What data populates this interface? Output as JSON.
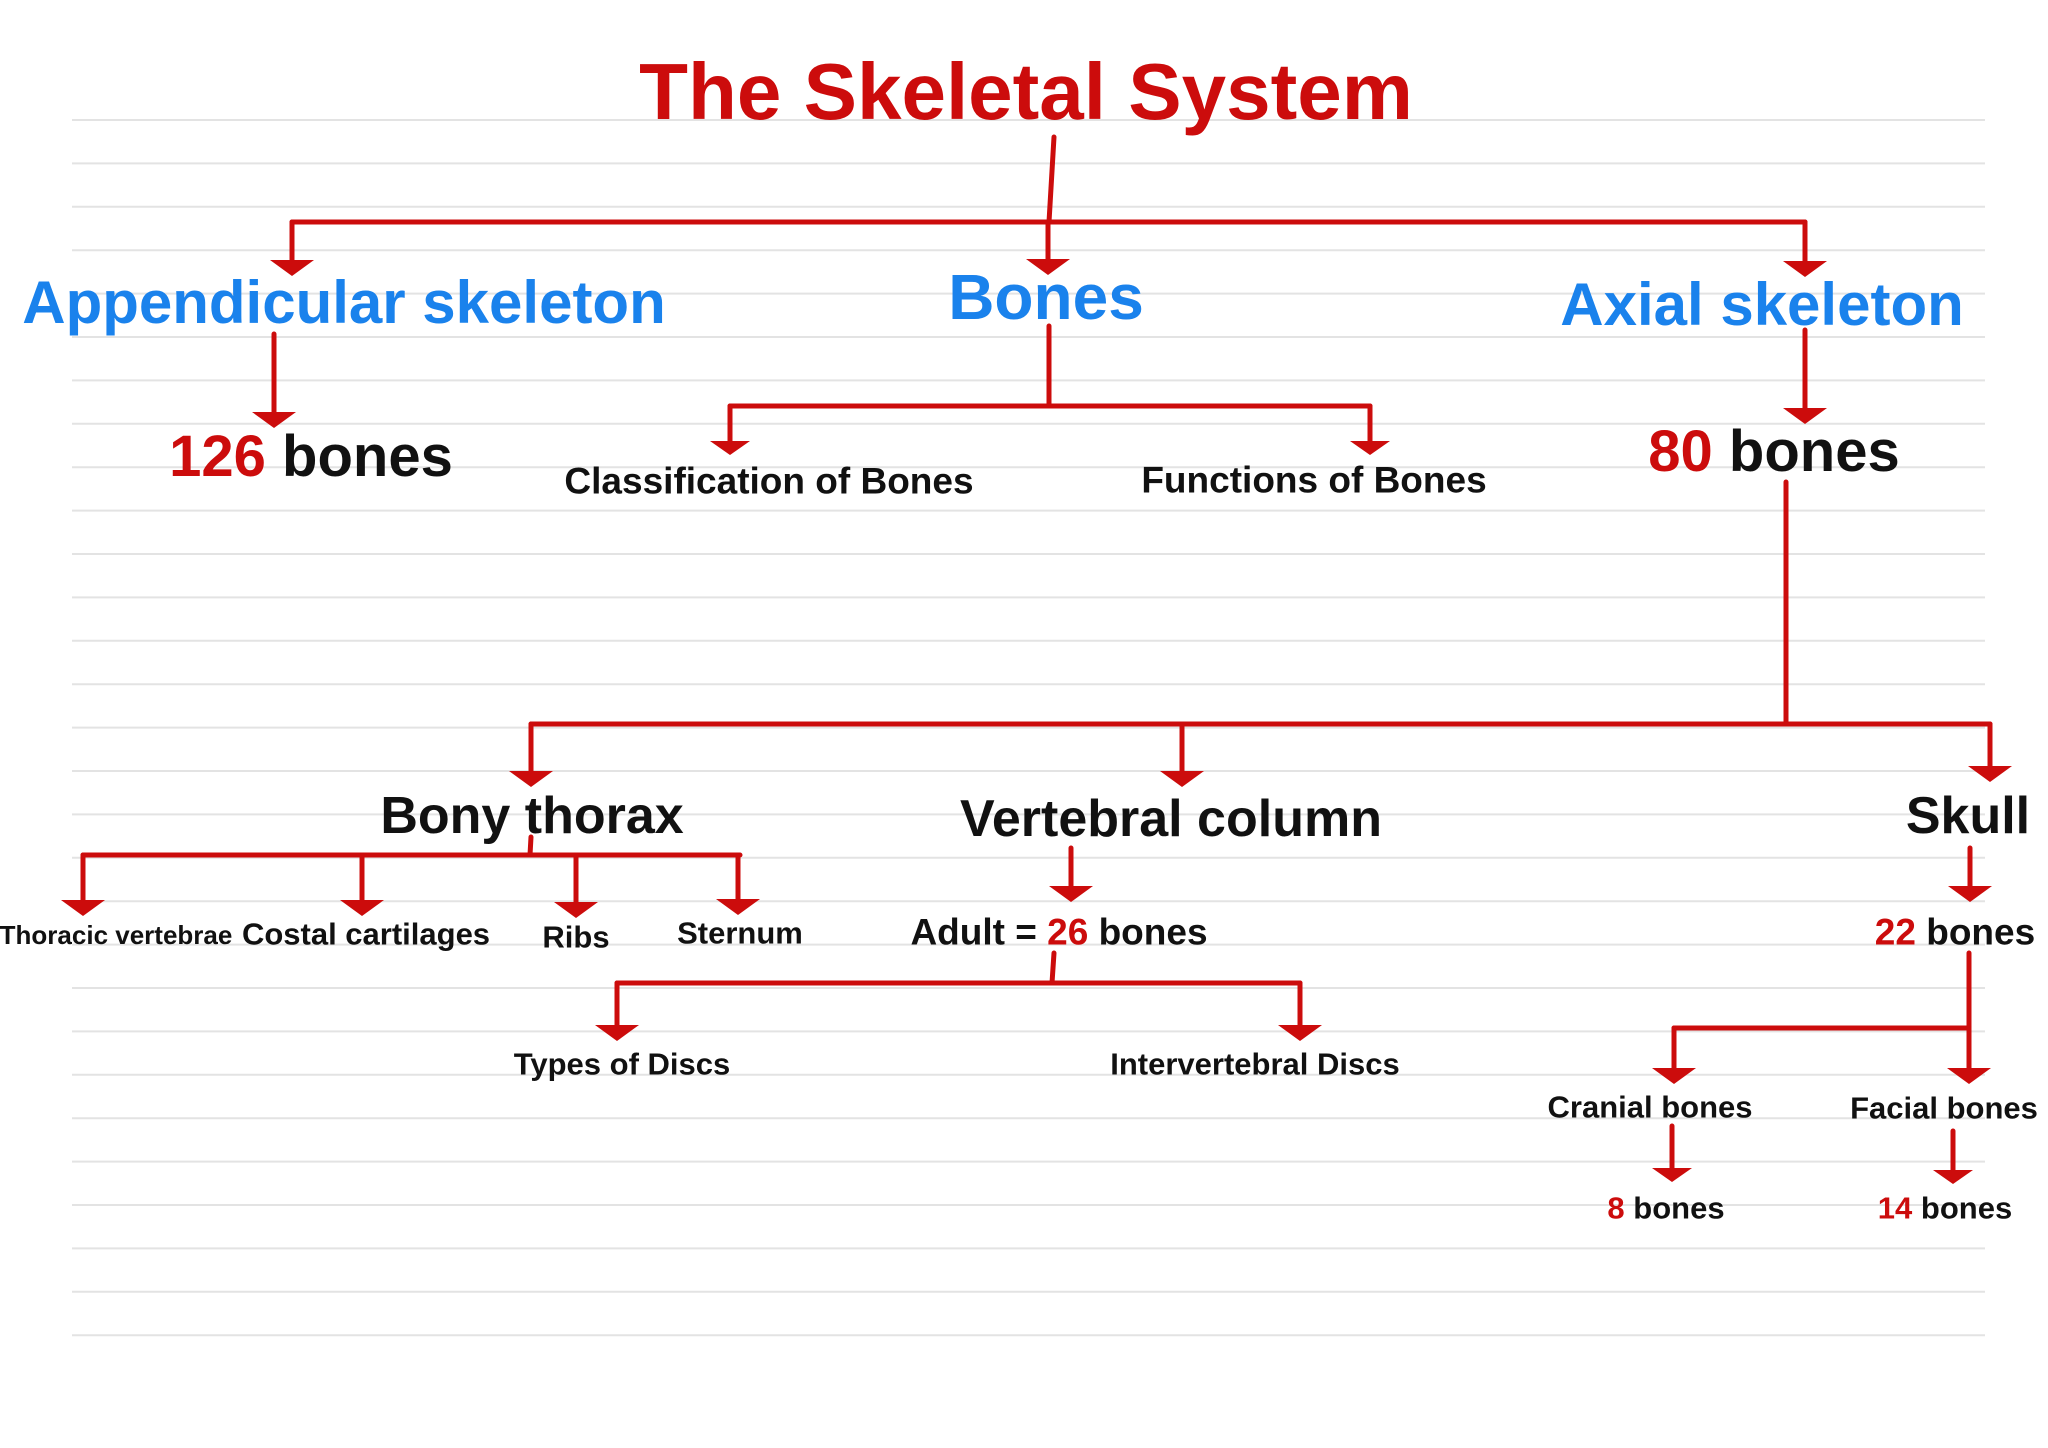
{
  "colors": {
    "title": "#cc0c0c",
    "category": "#1a82ec",
    "number": "#cc0c0c",
    "text": "#111111",
    "connector": "#cc0c0c",
    "ruled_line": "#e3e3e3"
  },
  "title": "The Skeletal System",
  "top_level": {
    "appendicular": {
      "label": "Appendicular skeleton",
      "count_number": "126",
      "count_unit": "bones"
    },
    "bones": {
      "label": "Bones",
      "children": [
        "Classification of Bones",
        "Functions of Bones"
      ]
    },
    "axial": {
      "label": "Axial skeleton",
      "count_number": "80",
      "count_unit": "bones"
    }
  },
  "axial_parts": {
    "bony_thorax": {
      "label": "Bony thorax",
      "children": [
        "Thoracic vertebrae",
        "Costal cartilages",
        "Ribs",
        "Sternum"
      ]
    },
    "vertebral_column": {
      "label": "Vertebral column",
      "count_prefix": "Adult = ",
      "count_number": "26",
      "count_unit": "bones",
      "children": [
        "Types of Discs",
        "Intervertebral Discs"
      ]
    },
    "skull": {
      "label": "Skull",
      "count_number": "22",
      "count_unit": "bones",
      "cranial": {
        "label": "Cranial bones",
        "count_number": "8",
        "count_unit": "bones"
      },
      "facial": {
        "label": "Facial bones",
        "count_number": "14",
        "count_unit": "bones"
      }
    }
  }
}
